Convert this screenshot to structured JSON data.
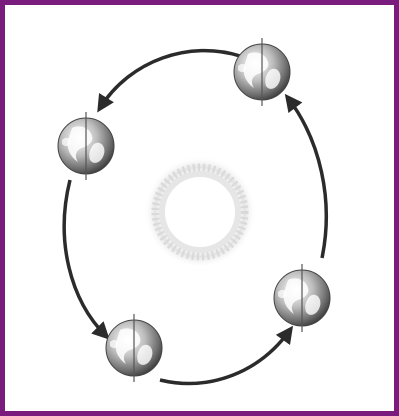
{
  "figure": {
    "frame_color": "#7a1b7e",
    "background": "#ffffff",
    "orbit_color": "#2b2b2b",
    "sun": {
      "icon": "sun-icon",
      "color": "#d8d8d8"
    },
    "planets": [
      {
        "icon": "earth-icon",
        "position": "top-right"
      },
      {
        "icon": "earth-icon",
        "position": "left"
      },
      {
        "icon": "earth-icon",
        "position": "bottom-left"
      },
      {
        "icon": "earth-icon",
        "position": "right"
      }
    ],
    "orbit_arrows": [
      {
        "icon": "arrow-icon",
        "from": "top-right",
        "to": "left"
      },
      {
        "icon": "arrow-icon",
        "from": "left",
        "to": "bottom-left"
      },
      {
        "icon": "arrow-icon",
        "from": "bottom-left",
        "to": "right"
      },
      {
        "icon": "arrow-icon",
        "from": "right",
        "to": "top-right"
      }
    ]
  }
}
